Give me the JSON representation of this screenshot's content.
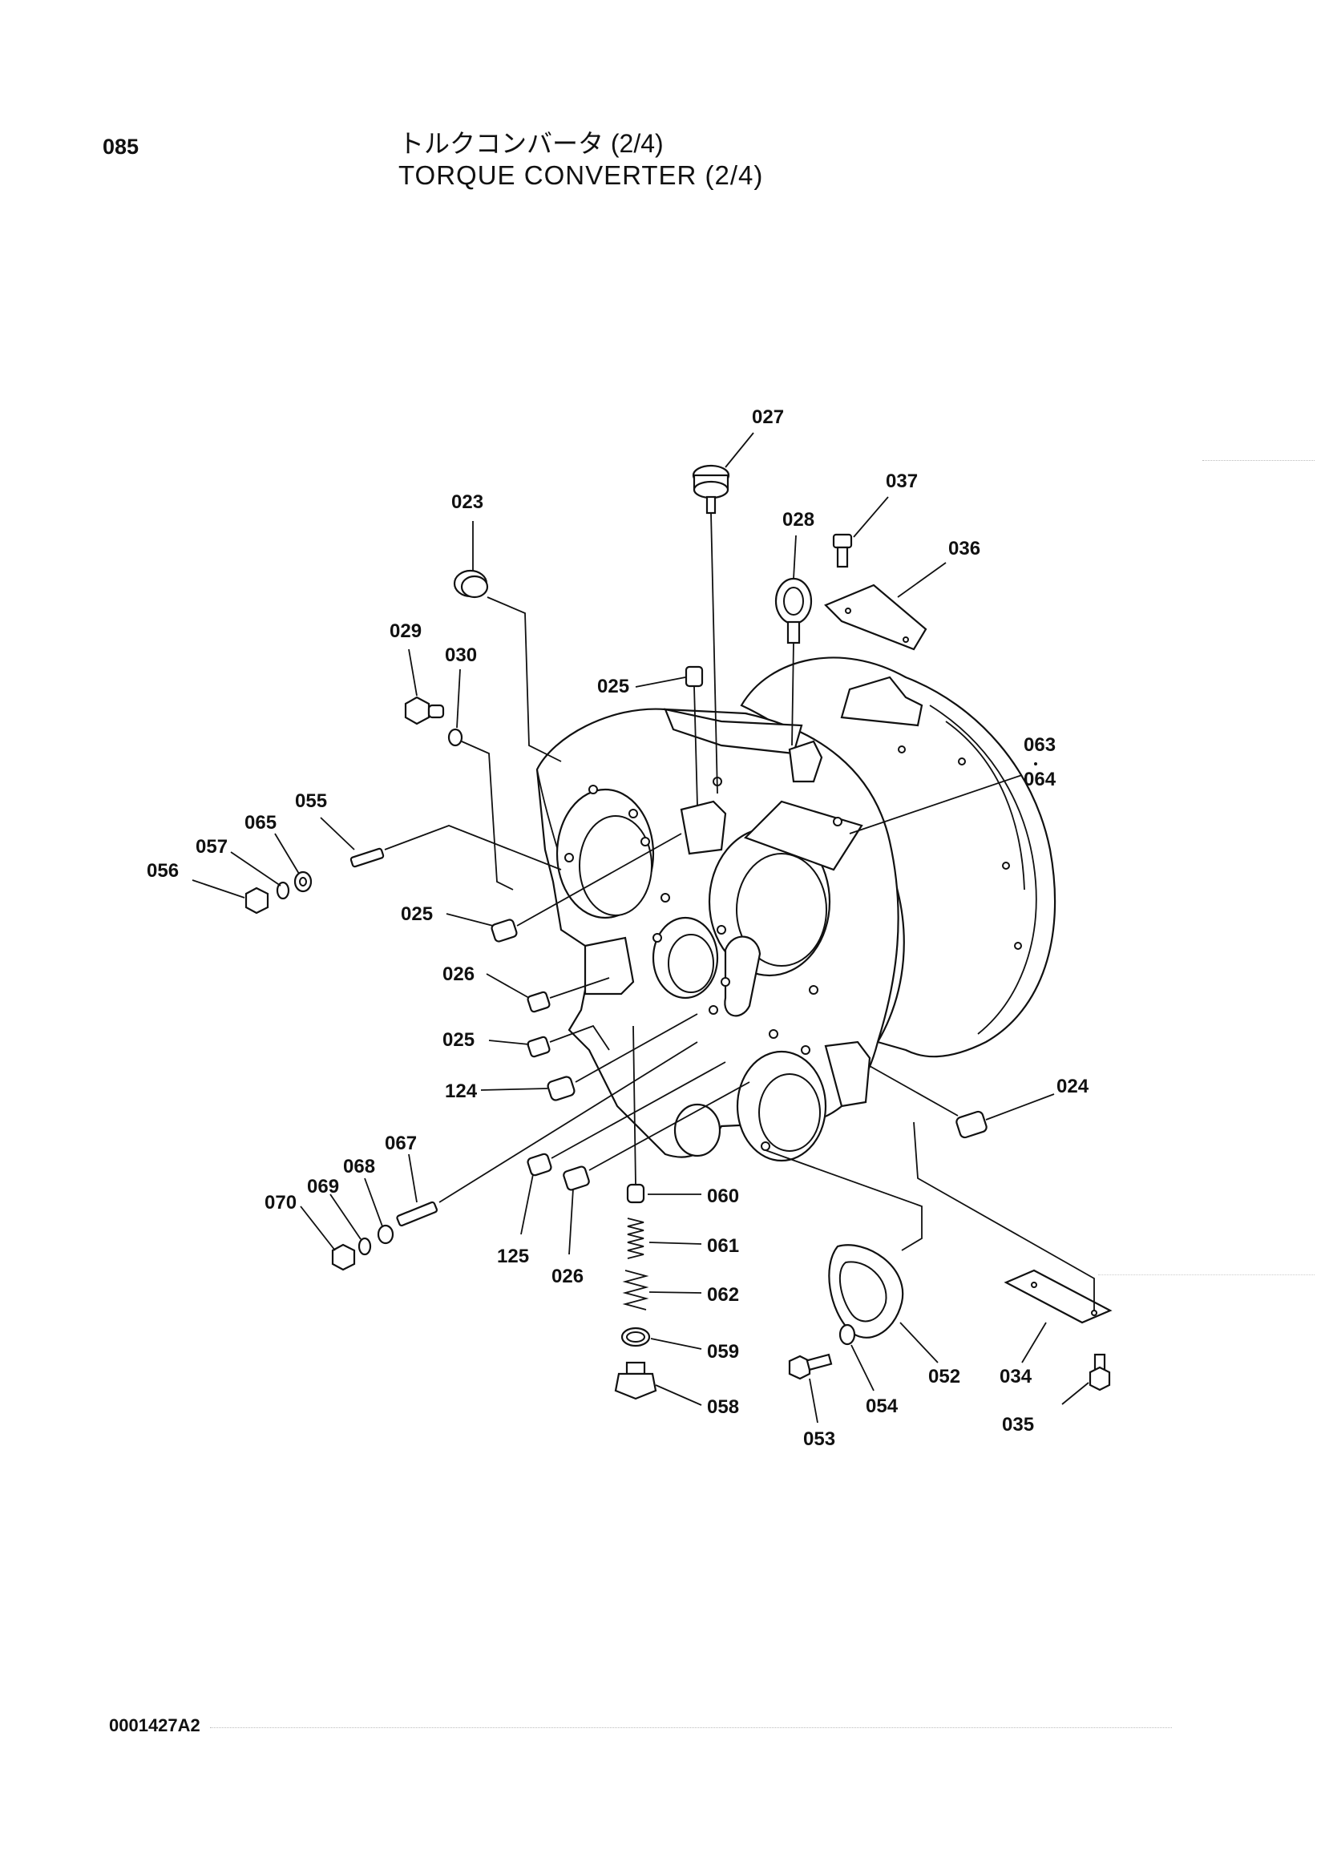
{
  "header": {
    "page_number": "085",
    "title_ja": "トルクコンバータ (2/4)",
    "title_en": "TORQUE  CONVERTER (2/4)"
  },
  "footer": {
    "drawing_code": "0001427A2"
  },
  "callouts": [
    {
      "id": "c027",
      "label": "027"
    },
    {
      "id": "c037",
      "label": "037"
    },
    {
      "id": "c023",
      "label": "023"
    },
    {
      "id": "c028",
      "label": "028"
    },
    {
      "id": "c036",
      "label": "036"
    },
    {
      "id": "c029",
      "label": "029"
    },
    {
      "id": "c030",
      "label": "030"
    },
    {
      "id": "c025a",
      "label": "025"
    },
    {
      "id": "c063",
      "label": "063"
    },
    {
      "id": "c064",
      "label": "064"
    },
    {
      "id": "c055",
      "label": "055"
    },
    {
      "id": "c065",
      "label": "065"
    },
    {
      "id": "c057",
      "label": "057"
    },
    {
      "id": "c056",
      "label": "056"
    },
    {
      "id": "c025b",
      "label": "025"
    },
    {
      "id": "c026a",
      "label": "026"
    },
    {
      "id": "c025c",
      "label": "025"
    },
    {
      "id": "c124",
      "label": "124"
    },
    {
      "id": "c024",
      "label": "024"
    },
    {
      "id": "c067",
      "label": "067"
    },
    {
      "id": "c068",
      "label": "068"
    },
    {
      "id": "c069",
      "label": "069"
    },
    {
      "id": "c070",
      "label": "070"
    },
    {
      "id": "c060",
      "label": "060"
    },
    {
      "id": "c061",
      "label": "061"
    },
    {
      "id": "c125",
      "label": "125"
    },
    {
      "id": "c026b",
      "label": "026"
    },
    {
      "id": "c062",
      "label": "062"
    },
    {
      "id": "c059",
      "label": "059"
    },
    {
      "id": "c058",
      "label": "058"
    },
    {
      "id": "c052",
      "label": "052"
    },
    {
      "id": "c034",
      "label": "034"
    },
    {
      "id": "c054",
      "label": "054"
    },
    {
      "id": "c053",
      "label": "053"
    },
    {
      "id": "c035",
      "label": "035"
    }
  ]
}
